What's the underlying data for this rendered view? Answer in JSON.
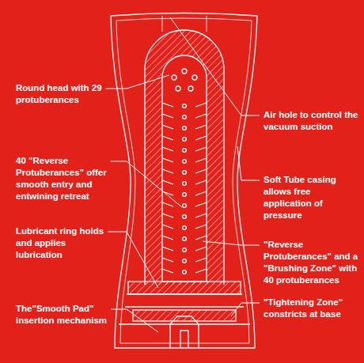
{
  "diagram": {
    "labels": [
      "Round head with 29 protuberances",
      "40 \"Reverse Protuberances\" offer smooth entry and entwining retreat",
      "Lubricant ring holds and applies lubrication",
      "The\"Smooth Pad\" insertion mechanism",
      "Air hole to control the vacuum suction",
      "Soft Tube casing allows free application of pressure",
      "\"Reverse Protuberances\" and a \"Brushing Zone\" with 40 protuberances",
      "\"Tightening Zone\" constricts at base"
    ]
  }
}
